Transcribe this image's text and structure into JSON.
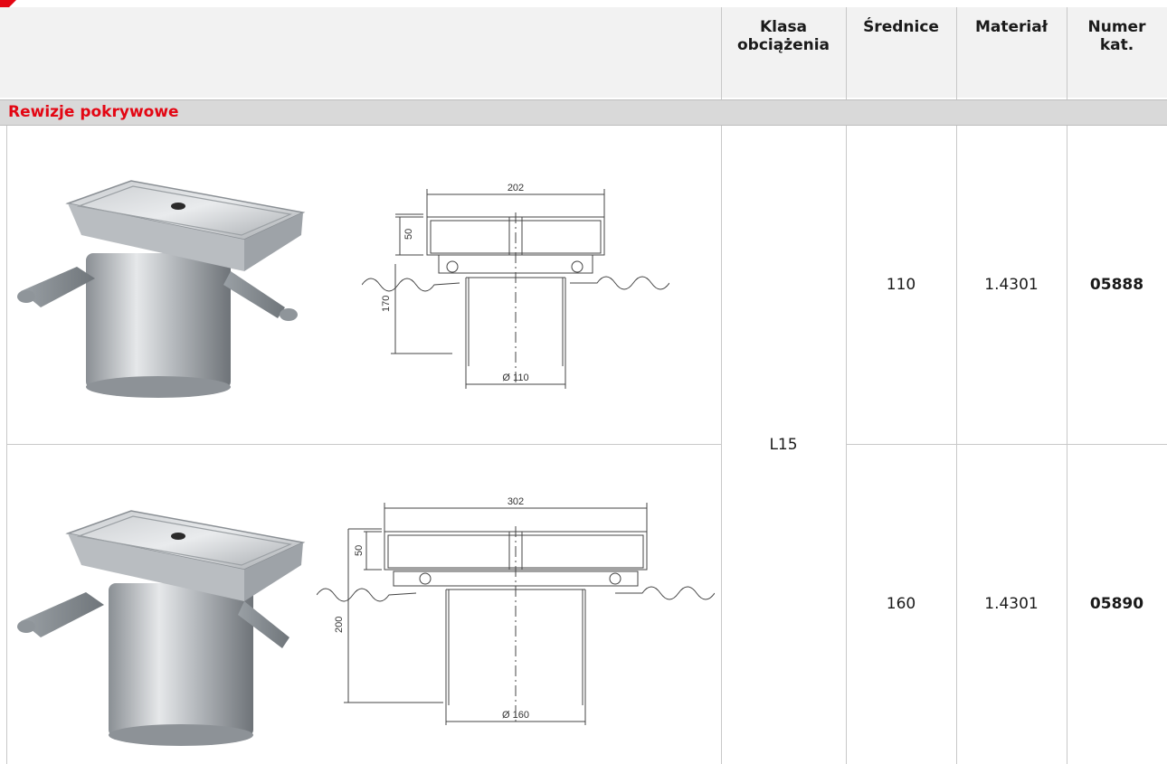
{
  "header": {
    "load_class": "Klasa\nobciążenia",
    "load_class_l1": "Klasa",
    "load_class_l2": "obciążenia",
    "diameter": "Średnice",
    "material": "Materiał",
    "catalog_l1": "Numer",
    "catalog_l2": "kat."
  },
  "section": {
    "title": "Rewizje pokrywowe"
  },
  "load_class_value": "L15",
  "rows": [
    {
      "diameter": "110",
      "material": "1.4301",
      "catalog_number": "05888",
      "drawing": {
        "width": "202",
        "height_top": "50",
        "height_total": "170",
        "pipe": "Ø 110"
      }
    },
    {
      "diameter": "160",
      "material": "1.4301",
      "catalog_number": "05890",
      "drawing": {
        "width": "302",
        "height_top": "50",
        "height_total": "200",
        "pipe": "Ø 160"
      }
    }
  ],
  "colors": {
    "accent": "#e30613",
    "header_bg": "#f2f2f2",
    "section_bg": "#d9d9d9"
  }
}
